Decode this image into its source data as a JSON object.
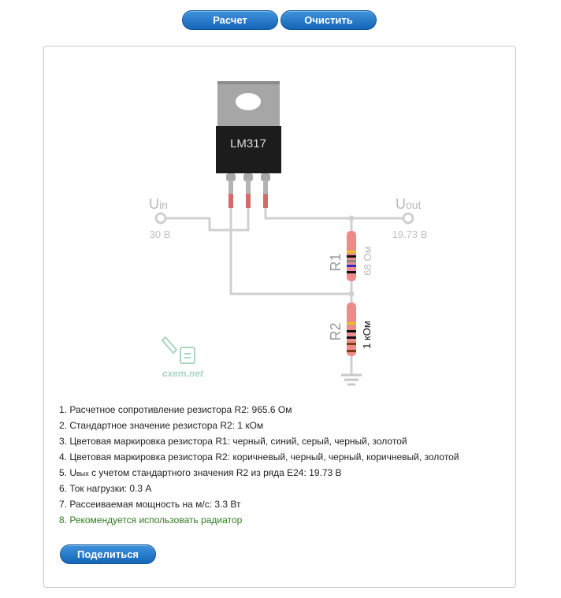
{
  "toolbar": {
    "calc_label": "Расчет",
    "clear_label": "Очистить"
  },
  "circuit": {
    "chip_label": "LM317",
    "uin_label": "U",
    "uin_sub": "in",
    "uin_value": "30 В",
    "uout_label": "U",
    "uout_sub": "out",
    "uout_value": "19.73 В",
    "r1_label": "R1",
    "r1_value": "68 Ом",
    "r2_label": "R2",
    "r2_value": "1 кОм",
    "watermark": "cxem.net"
  },
  "results": {
    "r1": "1. Расчетное сопротивление резистора R2: 965.6 Ом",
    "r2": "2. Стандартное значение резистора R2: 1 кОм",
    "r3": "3. Цветовая маркировка резистора R1: черный, синий, серый, черный, золотой",
    "r4": "4. Цветовая маркировка резистора R2: коричневый, черный, черный, коричневый, золотой",
    "r5_prefix": "5. U",
    "r5_sub": "вых",
    "r5_rest": " с учетом стандартного значения R2 из ряда E24: 19.73 В",
    "r6": "6. Ток нагрузки: 0.3 А",
    "r7": "7. Рассеиваемая мощность на м/с: 3.3 Вт",
    "r8": "8. Рекомендуется использовать радиатор"
  },
  "share_label": "Поделиться",
  "colors": {
    "button": "#1b6fc2",
    "wire": "#d0d0d0",
    "resistor_body": "#f08a8a",
    "recommend": "#2e7d1e"
  }
}
